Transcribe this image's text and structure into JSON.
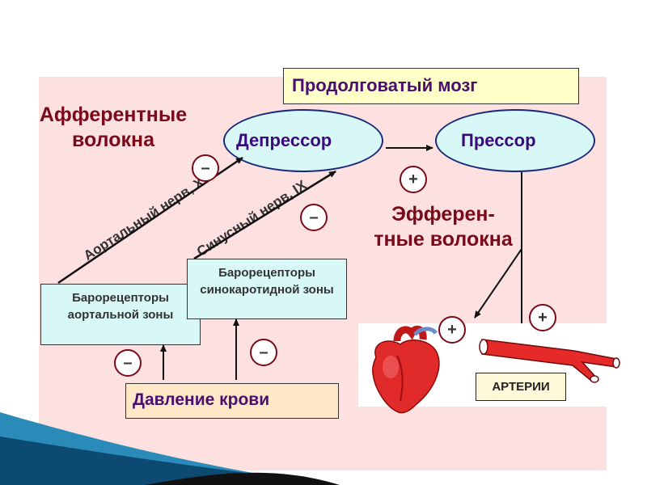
{
  "title": "Продолговатый мозг",
  "nodes": {
    "depressor": "Депрессор",
    "pressor": "Прессор",
    "baro_aortic": "Барорецепторы аортальной зоны",
    "baro_sino": "Барорецепторы синокаротидной зоны",
    "blood_pressure": "Давление крови",
    "arteries": "АРТЕРИИ"
  },
  "labels": {
    "afferent": "Афферентные волокна",
    "efferent": "Эфферен-тные волокна",
    "aortic_nerve": "Аортальный нерв, X",
    "sinus_nerve": "Синусный нерв, IX"
  },
  "signs": {
    "minus": "–",
    "plus": "+"
  },
  "colors": {
    "background_panel": "#fde0e0",
    "oval_fill": "#d8f8f8",
    "title_fill": "#ffffc8",
    "pressure_fill": "#ffe8c8",
    "label_text": "#7a0a1a"
  }
}
